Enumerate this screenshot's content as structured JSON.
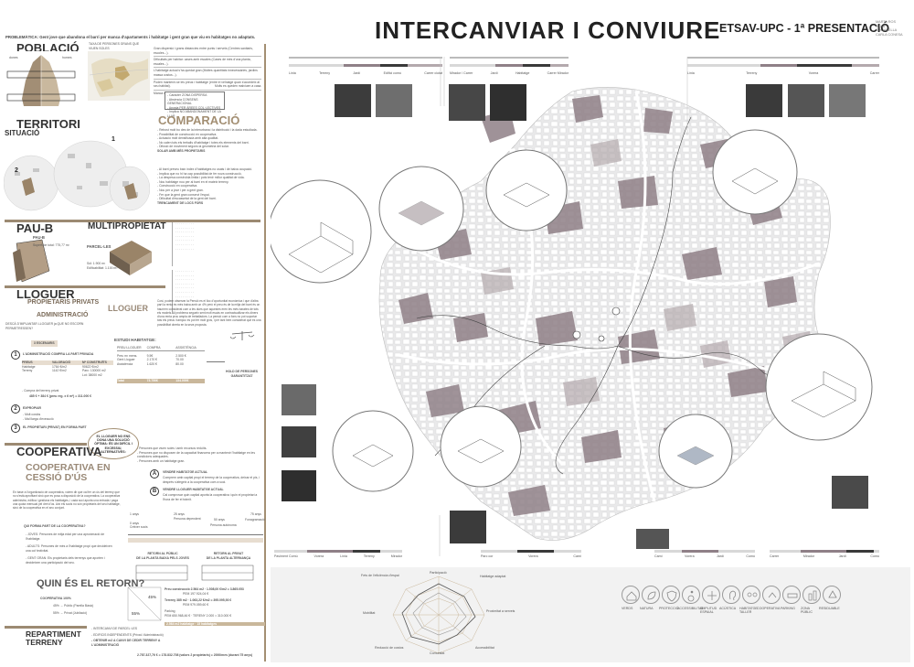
{
  "header": {
    "title": "INTERCANVIAR I CONVIURE",
    "org": "ETSAV-UPC - 1ª PRESENTACIÓ",
    "authors": [
      "MARTA ROS",
      "JÚLIA SOLANIELLA",
      "CARLA CONESA"
    ]
  },
  "problematica": "PROBLEMÀTICA: Gent jove que abandona el barri per manca d'apartaments i habitatge i gent gran que viu en habitatges no adaptats.",
  "poblacio": {
    "title": "POBLACIÓ",
    "caption": "TAXA DE PERSONES GRANS QUE VIUEN SOLES",
    "chart_labels": [
      "dones",
      "homes"
    ]
  },
  "issues": [
    "Gran dispersió i grans distancies entre punts i serveis (Centres sanitaris, escoles...).",
    "Dificultats per habitar: cases amb escales (Cases de més d'una planta, escales...).",
    "L'habitatge actual s'ha quedat gran (Moltes quantitats innecessàries, jardins massa costos...).",
    "Poden mantenir-se les preus i habitatge (entre el veïnatge quan s'accedeix al seu hàbitat).",
    "Manca d'accés a mobilitat bàsica"
  ],
  "issues_note": "Molts es queden malviuen a casa.",
  "solutions_box": [
    "- Caracter ZONA DISPERSA",
    "- Absència CONSENS GENERACIONAL",
    "- Aposta PER ÀREES COL·LECTIVES",
    "- Implica NO ABANDONAMENT DE LA LLAR"
  ],
  "territori": {
    "title": "TERRITORI",
    "sub": "SITUACIÓ",
    "map_labels": [
      "1",
      "2"
    ]
  },
  "comparacio": {
    "title": "COMPARACIÓ",
    "lines": [
      "- Rebost molt bo des de la interurbana i la distribució i la dada estudiada.",
      "- Possibilitat de construcció en cooperativa.",
      "- Actuació molt densificada amb alta qualitat.",
      "- No calen tots els treballs d'habitatge i totes els elements del barri.",
      "- Difusió de moviment segons la geometria del solar.",
      "SOLAR AMB MÉS PROPIETARIS"
    ],
    "lines2": [
      "- Al barri preveu baix índex d'habitatges no usats i de baixa ocupació.",
      "- Implica que no hi ha cap possibilitat de fer nova construcció.",
      "- La despesa construïda limita i pots tenir millor qualitat de vida.",
      "- Nou habitatge nou per al barri en el mateix terreny.",
      "- Construcció en cooperativa.",
      "- Nou per a jove i per a gent gran.",
      "- Fer que la gent gran conservi l'espai.",
      "- Dificultat d'escassetat de la gent del barri.",
      "TRENCAMENT DE LOCS FORS"
    ]
  },
  "pau": {
    "title": "PAU-B",
    "sub": "PAU-B",
    "desc": [
      "Superfície total: 775,77 m²"
    ],
    "multi": "MULTIPROPIETAT",
    "parcel": "PARCEL·LES",
    "parcel_desc": [
      "Sòl: 1.900 m²",
      "Edificabilitat: 1.100 m²"
    ]
  },
  "lloguer": {
    "title": "LLOGUER",
    "opt1": "PROPIETARIS PRIVATS",
    "opt2": "ADMINISTRACIÓ",
    "arrow_label": "LLOGUER",
    "note": "DESCÀ D'IMPLANTAR LLOGUER ja QUE NO ESCORN PERMETRESSEN?",
    "escenaris": "3 ESCENARIS",
    "esc1": "L'ADMINISTRACIÓ COMPRA LA PART PRIVADA",
    "esc2": "EXPROPIAR",
    "esc3": "EL PROPIETARI (PRIVAT) EN FORMA PART",
    "esc_num": [
      "1",
      "2",
      "3"
    ],
    "table_headers": [
      "PREUS",
      "VALORACIÓ",
      "M² CONSTRUÏTS"
    ],
    "table_rows": [
      [
        "Habitatge",
        "1764 €/m2",
        "90622 €/m2"
      ],
      [
        "Terreny",
        "1142 €/m2",
        "Parc: 130000 m2"
      ],
      [
        "",
        "",
        "Lot: 38000 m2"
      ]
    ],
    "compra": "- Compra del terreny privat",
    "compra_val": "485 € + 384 €  (preu reg. x 6 m²)  =  311.000 €",
    "exprop_lines": [
      "- Molt costós",
      "- Mal llarga d'execució"
    ],
    "conclusio": "EL LLOGUER NO ENS DONA UNA SOLUCIÓ ÒPTIMA: ÉS UN DIFÍCIL I EXCESSIU, ALTERNATIVES:"
  },
  "estudi": {
    "title": "ESTUDI HABITATGE:",
    "cols": [
      "PREU LLOGUER",
      "COMPRA",
      "ASSISTÈNCIA"
    ],
    "rows": [
      [
        "Preu m² mens.",
        "9,5€",
        "2.500 €"
      ],
      [
        "Gent Lloguer",
        "2.170 €",
        "70.00"
      ],
      [
        "Assistència",
        "1.620 €",
        "80.00"
      ]
    ],
    "result": "HOLD DE PERSONES",
    "result2": "GARANTITZAT",
    "final_row": [
      "Total",
      "73.750€",
      "134.000€"
    ]
  },
  "lloguer_text": "Cost, podem observar la Pensió es el lloc d'oportunitat econòmica i que d'altra part la renta és més baixa amb un 4% però el preu és de la mitja del barri és on hauríem considerat com a les dues que aquestes eren les més barates de tots els models. Al problema segueix sent molt escàs en contractualitzar els diners d'una renta prou ampla de treballadors. La pensió com a fons no pot suportar tots els preus i tampoc es pot fer molt gros, i per tant hem considerat que és una possibilitat oberta en la seva proposta.",
  "cooperativa": {
    "title": "COOPERATIVA",
    "sub": "COOPERATIVA EN CESSIÓ D'ÚS",
    "text": "En base a l'organització de cooperativa, volem dir que cal fer un ús del terreny que no s'està aprofitant sinó que es posa a disposició de la cooperativa. La cooperativa administra, edifica i gestiona els habitatges, i cada soci aporta una entrada i paga una quota mensual pel dret d'ús. Així els socis no són propietaris del seu habitatge, sinó de la cooperativa en el seu conjunt.",
    "que_forma": "QUI FORMA PART DE LA COOPERATIVA?",
    "forma_lines": [
      "- JOVES: Persones de mitja edat per una aproximació de l'habitatge.",
      "- ADULTS: Persones de més a l'habitatge propi que decideixen una col·lectivitat.",
      "- GENT GRAN: Els propietaris dels terrenys que aporten i decideixen una participació del seu."
    ],
    "retorn": "QUIN ÉS EL RETORN?",
    "percent_left": "45%",
    "percent_right": "55%",
    "coop_label": "COOPERATIVA 100%",
    "retorn_rows": [
      "45% → Públic (Parella Bàsic)",
      "55% → Privat (Jubilació)"
    ]
  },
  "repartiment": {
    "title": "REPARTIMENT TERRENY",
    "lines": [
      "- INTERCANVI DE PARCEL·LES",
      "- EDIFICIS INDEPENDENTS (Privat / Administració)",
      "- OBTENIR m2 A CANVI DE CEDIR TERRENY A L'ADMINISTRACIÓ"
    ],
    "bottom_values": "2.787.327,76 €  =  178.832.708 (valors 2 propietaris)  =  2000/mes (durant 75 anys)"
  },
  "middle_lists": {
    "persones_que": [
      "- Persones que viuen soles i amb recursos reduïts.",
      "- Persones que no disposen de la capacitat financera per a mantenir l'habitatge en les condicions adequades.",
      "- Persones amb un habitatge gran."
    ],
    "a_title": "VENDRE HABITATGE ACTUAL",
    "a_text": "Comprem amb capital propi el terreny de la cooperativa, deixar el pis, i després s'afegeix a la cooperativa com a soci.",
    "b_title": "VENDRE LLOGUER HABITATGE ACTUAL",
    "b_text": "Cal comprovar quin capital aporta la cooperativa i quin el propietari a l'hora de fer el tràmit.",
    "letters": [
      "A",
      "B"
    ],
    "retorn_block": [
      "RETORN AL PÚBLIC",
      "DE LA PLANTA BAIXA PELS JOVES"
    ],
    "retorn_block2": [
      "RETORN AL PRIVAT",
      "DE LA PLANTA ALTERNANÇA"
    ],
    "timeline": [
      "1 anys",
      "25 anys",
      "50 anys",
      "75 anys"
    ],
    "timeline2": [
      "0 anys",
      "Crèixer socis",
      "Persona dependent",
      "Persona autònoma",
      "Fonagramació"
    ]
  },
  "calc": {
    "lines": [
      "Preu construcció 2.564 m2 · 1.508,00 €/m2 = 3.865.053",
      "PEM 197.924,04 €",
      "Terreny 385 m2 · 1.063,22 €/m2 = 395.095,93 €",
      "PEM 979.059,60 €",
      "Parking",
      "PEM 650.968,46 €  ·  TERENY 2.000 = 310.000 €",
      "2.564 m2 habitatge  ·  15 habitatges"
    ]
  },
  "study_tabs_top": [
    [
      "Línia",
      "Terreny",
      "Jardí",
      "Edifici comú",
      "Carrer ciutat"
    ],
    [
      "Mirador / Carrer",
      "Jardí",
      "Habitatge",
      "Carrer Mirador"
    ],
    [
      "Línia",
      "Terreny",
      "Vorera",
      "Carrer"
    ]
  ],
  "study_tabs_bottom": [
    [
      "Paviment Comú",
      "Vorera",
      "Línia",
      "Terreny",
      "Mirador"
    ],
    [
      "Parc cor",
      "Vorera",
      "Camí"
    ],
    [
      "Camí",
      "Vorera",
      "Jardí",
      "Comú"
    ],
    [
      "Carrer",
      "Mirador",
      "Jardí",
      "Comú"
    ]
  ],
  "radar": {
    "labels": [
      "Fets de l'eficiència d'espai",
      "Habitatge adaptat",
      "Proximitat a serveis",
      "Accessibilitat",
      "Comunitat",
      "Reducció de costos",
      "Mobilitat",
      "Participació"
    ]
  },
  "legend_icons": {
    "names": [
      "home-icon",
      "leaf-icon",
      "shield-icon",
      "wheelchair-icon",
      "expand-icon",
      "ear-icon",
      "community-icon",
      "coop-icon",
      "car-icon",
      "city-icon",
      "recycle-icon"
    ],
    "labels": [
      "VERDS",
      "NATURA",
      "PROTECCIÓ",
      "ACCESSIBILITAT",
      "AMPLITUD ESPAIAL",
      "ACÚSTICA",
      "HABITATGE TALLER",
      "COOPERATIVA",
      "PARKING",
      "ZONA PÚBLIC",
      "RESIDUABLE"
    ]
  },
  "colors": {
    "accent": "#a38f73",
    "map_bg": "#e9e9ea",
    "block": "#8f8087",
    "block_light": "#b4a9ad",
    "dark_tab": "#3a3a3a",
    "mauve": "#7b6c72"
  }
}
